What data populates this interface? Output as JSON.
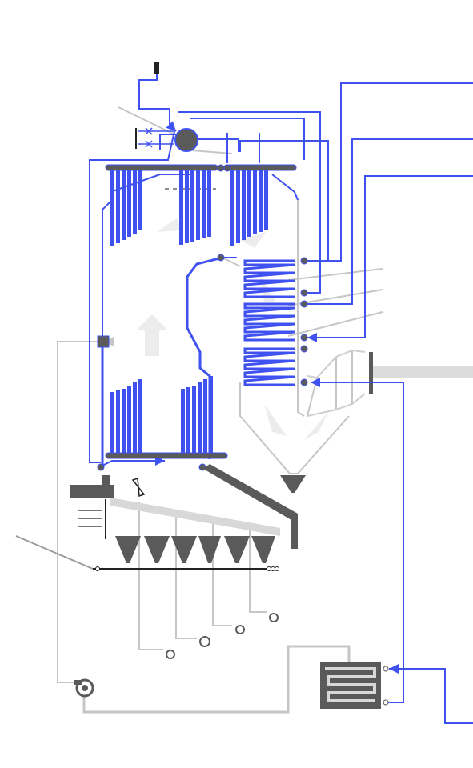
{
  "diagram": {
    "subject": "boiler-process-schematic",
    "colors": {
      "water_steam": "#3f51ee",
      "air_flue": "#c6c6c6",
      "equipment": "#5a5a5a",
      "gas_arrow": "#e6e6e6"
    },
    "components": [
      "steam-drum-icon",
      "furnace-water-wall",
      "superheater-panels",
      "reheater-panels",
      "economizer-coils",
      "ash-hopper",
      "chain-grate-stoker",
      "fd-fan-icon",
      "air-preheater",
      "flue-duct"
    ]
  }
}
